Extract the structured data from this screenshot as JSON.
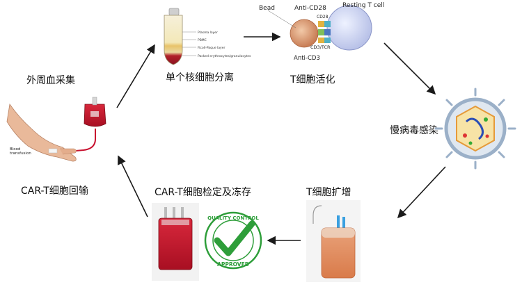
{
  "steps": {
    "collection": "外周血采集",
    "pbmc": "单个核细胞分离",
    "activation": "T细胞活化",
    "transduction": "慢病毒感染",
    "expansion": "T细胞扩增",
    "qc": "CAR-T细胞检定及冻存",
    "reinfusion": "CAR-T细胞回输"
  },
  "tube_layers": [
    "Plasma layer",
    "PBMC",
    "Ficoll-Paque layer",
    "Packed erythrocytes/granulocytes"
  ],
  "activation_figure": {
    "bead": "Bead",
    "anti_cd28": "Anti-CD28",
    "resting_t_cell": "Resting T cell",
    "cd28": "CD28",
    "cd3_tcr": "CD3/TCR",
    "anti_cd3": "Anti-CD3"
  },
  "transfusion_label": [
    "Blood",
    "transfusion"
  ],
  "stamp": {
    "top_text": "QUALITY CONTROL",
    "bottom_text": "APPROVED"
  },
  "colors": {
    "blood": "#c8102e",
    "stamp_green": "#2e9e3a",
    "virus_envelope": "#9bb0c8",
    "arrow": "#1a1a1a"
  }
}
